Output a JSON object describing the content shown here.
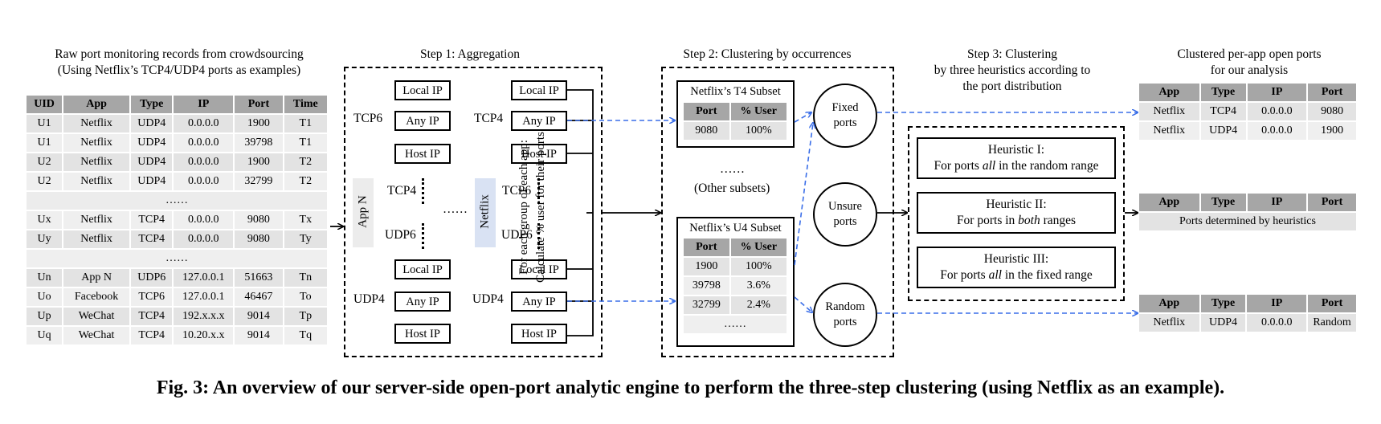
{
  "raw": {
    "title_l1": "Raw port monitoring records from crowdsourcing",
    "title_l2": "(Using Netflix’s TCP4/UDP4 ports as examples)",
    "headers": [
      "UID",
      "App",
      "Type",
      "IP",
      "Port",
      "Time"
    ],
    "rows1": [
      [
        "U1",
        "Netflix",
        "UDP4",
        "0.0.0.0",
        "1900",
        "T1"
      ],
      [
        "U1",
        "Netflix",
        "UDP4",
        "0.0.0.0",
        "39798",
        "T1"
      ],
      [
        "U2",
        "Netflix",
        "UDP4",
        "0.0.0.0",
        "1900",
        "T2"
      ],
      [
        "U2",
        "Netflix",
        "UDP4",
        "0.0.0.0",
        "32799",
        "T2"
      ]
    ],
    "ellipsis": "……",
    "rows2": [
      [
        "Ux",
        "Netflix",
        "TCP4",
        "0.0.0.0",
        "9080",
        "Tx"
      ],
      [
        "Uy",
        "Netflix",
        "TCP4",
        "0.0.0.0",
        "9080",
        "Ty"
      ]
    ],
    "rows3": [
      [
        "Un",
        "App N",
        "UDP6",
        "127.0.0.1",
        "51663",
        "Tn"
      ],
      [
        "Uo",
        "Facebook",
        "TCP6",
        "127.0.0.1",
        "46467",
        "To"
      ],
      [
        "Up",
        "WeChat",
        "TCP4",
        "192.x.x.x",
        "9014",
        "Tp"
      ],
      [
        "Uq",
        "WeChat",
        "TCP4",
        "10.20.x.x",
        "9014",
        "Tq"
      ]
    ]
  },
  "step1": {
    "title": "Step 1: Aggregation",
    "local_ip": "Local IP",
    "any_ip": "Any IP",
    "host_ip": "Host IP",
    "tcp6": "TCP6",
    "tcp4": "TCP4",
    "udp6": "UDP6",
    "udp4": "UDP4",
    "app_n": "App N",
    "netflix": "Netflix",
    "dots": "……",
    "note_l1": "For each group of each app:",
    "note_l2": "Calculate % user for their ports"
  },
  "step2": {
    "title": "Step 2: Clustering by occurrences",
    "t4_title": "Netflix’s T4 Subset",
    "u4_title": "Netflix’s U4 Subset",
    "headers": [
      "Port",
      "% User"
    ],
    "t4_rows": [
      [
        "9080",
        "100%"
      ]
    ],
    "u4_rows": [
      [
        "1900",
        "100%"
      ],
      [
        "39798",
        "3.6%"
      ],
      [
        "32799",
        "2.4%"
      ]
    ],
    "u4_more": "……",
    "other_dots": "……",
    "other": "(Other subsets)"
  },
  "circles": {
    "fixed_l1": "Fixed",
    "fixed_l2": "ports",
    "unsure_l1": "Unsure",
    "unsure_l2": "ports",
    "random_l1": "Random",
    "random_l2": "ports"
  },
  "step3": {
    "title_l1": "Step 3: Clustering",
    "title_l2": "by three heuristics according to",
    "title_l3": "the port distribution",
    "h1_title": "Heuristic I:",
    "h1_pre": "For ports ",
    "h1_em": "all",
    "h1_post": " in the random range",
    "h2_title": "Heuristic II:",
    "h2_pre": "For ports in ",
    "h2_em": "both",
    "h2_post": " ranges",
    "h3_title": "Heuristic III:",
    "h3_pre": "For ports ",
    "h3_em": "all",
    "h3_post": " in the fixed range"
  },
  "results": {
    "title_l1": "Clustered per-app open ports",
    "title_l2": "for our analysis",
    "headers": [
      "App",
      "Type",
      "IP",
      "Port"
    ],
    "fixed_rows": [
      [
        "Netflix",
        "TCP4",
        "0.0.0.0",
        "9080"
      ],
      [
        "Netflix",
        "UDP4",
        "0.0.0.0",
        "1900"
      ]
    ],
    "unsure_row": "Ports determined by heuristics",
    "random_rows": [
      [
        "Netflix",
        "UDP4",
        "0.0.0.0",
        "Random"
      ]
    ]
  },
  "caption": "Fig. 3: An overview of our server-side open-port analytic engine to perform the three-step clustering (using Netflix as an example).",
  "colors": {
    "arrow_blue": "#3a6ee8",
    "header_gray": "#a6a6a6",
    "cell_gray": "#e3e3e3",
    "netflix_highlight": "#d9e2f3"
  }
}
